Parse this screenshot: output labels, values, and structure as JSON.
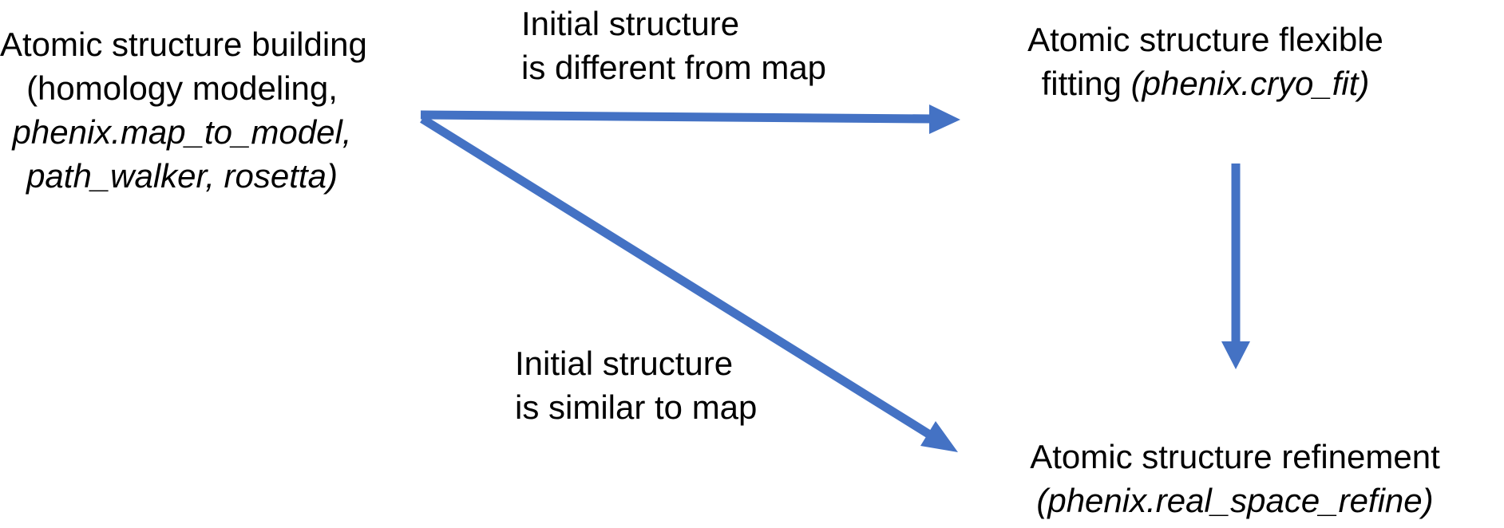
{
  "colors": {
    "arrow": "#4472C4",
    "text": "#000000",
    "background": "#FFFFFF"
  },
  "nodes": {
    "building": {
      "line1": "Atomic structure building",
      "line2": "(homology modeling,",
      "line3_italic": "phenix.map_to_model,",
      "line4_italic": "path_walker, rosetta)"
    },
    "flexible_fitting": {
      "line1": "Atomic structure flexible",
      "line2_prefix": "fitting ",
      "line2_italic": "(phenix.cryo_fit)"
    },
    "refinement": {
      "line1": "Atomic structure refinement",
      "line2_italic": "(phenix.real_space_refine)"
    }
  },
  "edge_labels": {
    "different_from_map": {
      "line1": "Initial structure",
      "line2": "is different from map"
    },
    "similar_to_map": {
      "line1": "Initial structure",
      "line2": "is similar to map"
    }
  }
}
